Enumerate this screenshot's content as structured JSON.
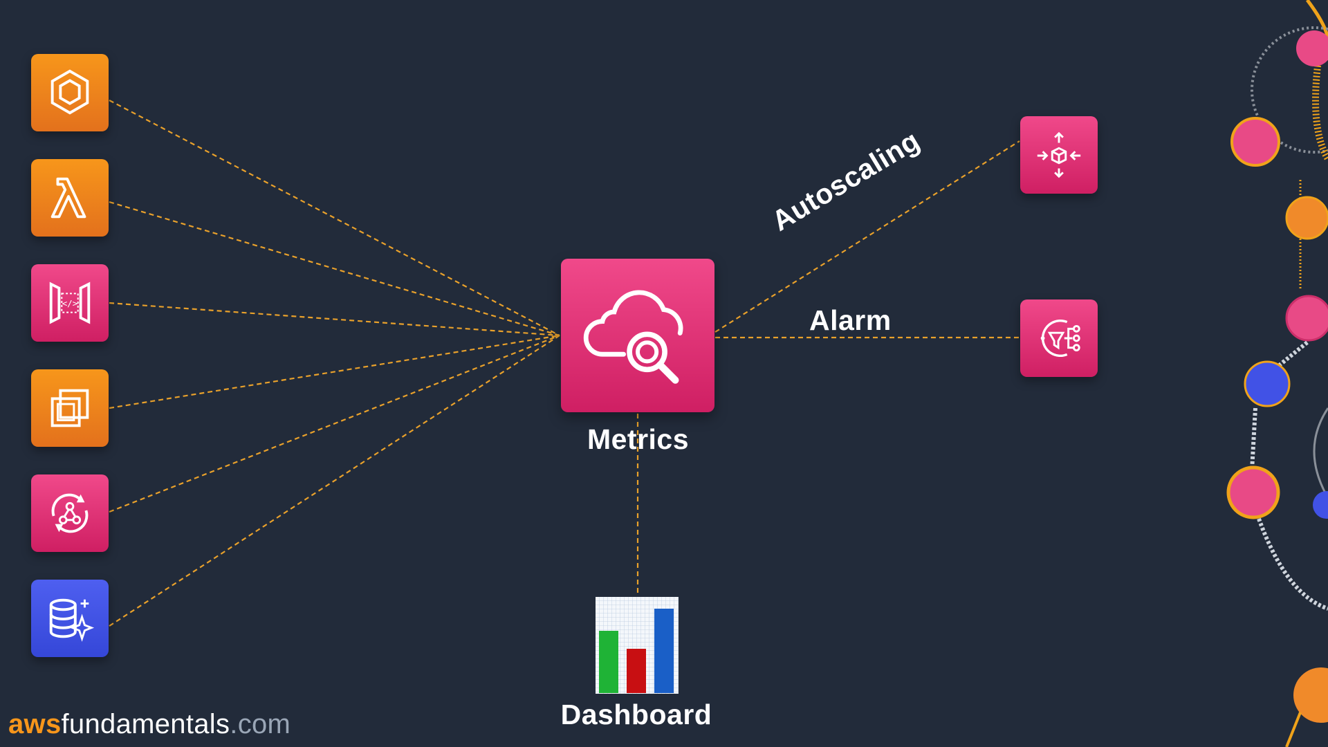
{
  "labels": {
    "metrics": "Metrics",
    "autoscaling": "Autoscaling",
    "alarm": "Alarm",
    "dashboard": "Dashboard"
  },
  "brand": {
    "aws": "aws",
    "fundamentals": "fundamentals",
    "com": ".com"
  },
  "sources": [
    {
      "icon": "container-icon",
      "color": "orange"
    },
    {
      "icon": "lambda-icon",
      "color": "orange"
    },
    {
      "icon": "api-gateway-icon",
      "color": "pink"
    },
    {
      "icon": "ec2-icon",
      "color": "orange"
    },
    {
      "icon": "step-functions-icon",
      "color": "pink"
    },
    {
      "icon": "database-icon",
      "color": "blue"
    }
  ],
  "targets": [
    {
      "icon": "autoscaling-icon",
      "color": "pink"
    },
    {
      "icon": "notification-icon",
      "color": "pink"
    }
  ],
  "center": {
    "icon": "cloudwatch-icon",
    "color": "pink"
  },
  "colors": {
    "background": "#222b3a",
    "connector": "#e9a12b",
    "orange": "#f7961b",
    "pink": "#e3306f",
    "blue": "#4152e6"
  }
}
